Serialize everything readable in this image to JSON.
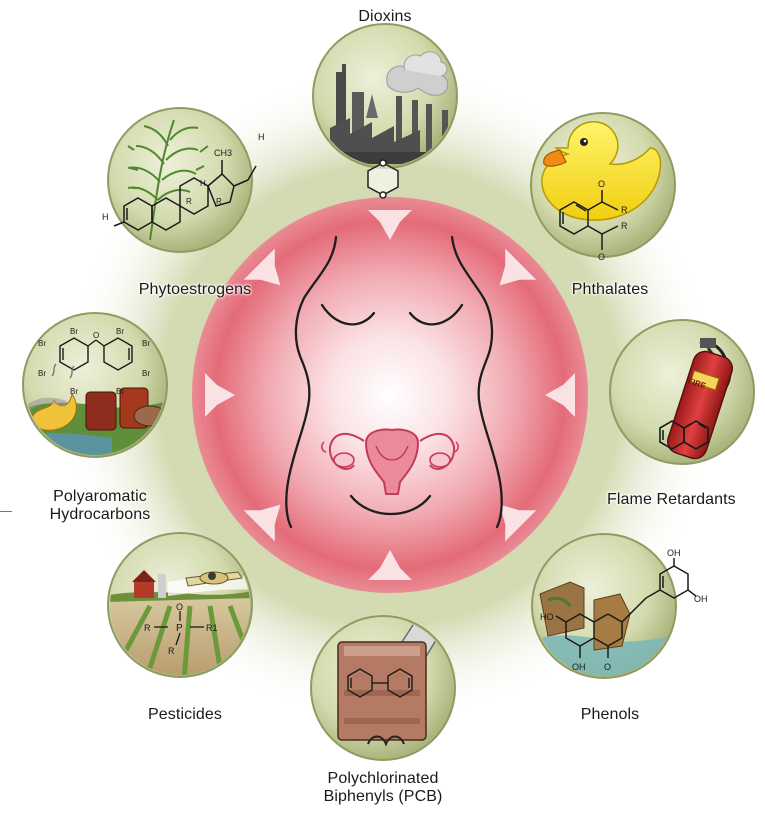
{
  "diagram": {
    "center": {
      "subject": "female body with uterus and ovaries"
    },
    "nodes": [
      {
        "id": "dioxins",
        "label": "Dioxins",
        "icon": "factory-icon"
      },
      {
        "id": "phthalates",
        "label": "Phthalates",
        "icon": "rubber-duck-icon"
      },
      {
        "id": "flame-retardants",
        "label": "Flame Retardants",
        "icon": "fire-extinguisher-icon"
      },
      {
        "id": "phenols",
        "label": "Phenols",
        "icon": "phenol-molecule-icon"
      },
      {
        "id": "pcb",
        "label_line1": "Polychlorinated",
        "label_line2": "Biphenyls (PCB)",
        "icon": "transformer-icon"
      },
      {
        "id": "pesticides",
        "label": "Pesticides",
        "icon": "crop-duster-icon"
      },
      {
        "id": "pah",
        "label_line1": "Polyaromatic",
        "label_line2": "Hydrocarbons",
        "icon": "burning-barrels-icon"
      },
      {
        "id": "phytoestrogens",
        "label": "Phytoestrogens",
        "icon": "plant-steroid-icon"
      }
    ],
    "chem_text": {
      "fire": "FIRE",
      "ch3": "CH3",
      "oh": "OH",
      "ho": "HO",
      "br": "Br",
      "h": "H",
      "o": "O",
      "r": "R",
      "r1": "R1",
      "p": "P"
    },
    "colors": {
      "center_glow": "#e46b78",
      "node_fill": "#c9d2a3",
      "halo": "#c3cc95",
      "arrow": "#fbe8ea"
    }
  }
}
